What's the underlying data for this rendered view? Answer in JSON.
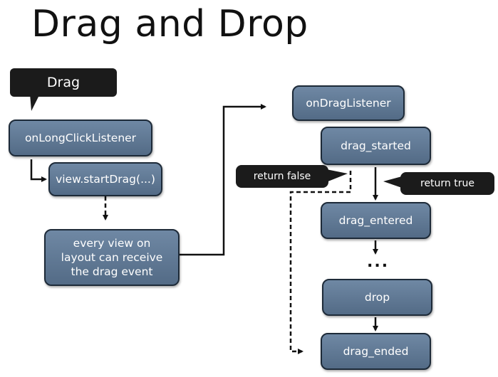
{
  "title": "Drag and Drop",
  "callouts": {
    "drag": "Drag",
    "return_false": "return false",
    "return_true": "return true"
  },
  "nodes": {
    "on_long_click": "onLongClickListener",
    "start_drag": "view.startDrag(...)",
    "every_view": "every view on layout can receive the drag event",
    "on_drag_listener": "onDragListener",
    "drag_started": "drag_started",
    "drag_entered": "drag_entered",
    "drop": "drop",
    "drag_ended": "drag_ended"
  },
  "ellipsis": "...",
  "colors": {
    "node_fill": "#607a97",
    "node_border": "#1d2a38",
    "callout_fill": "#1b1b1b",
    "line": "#111111"
  }
}
